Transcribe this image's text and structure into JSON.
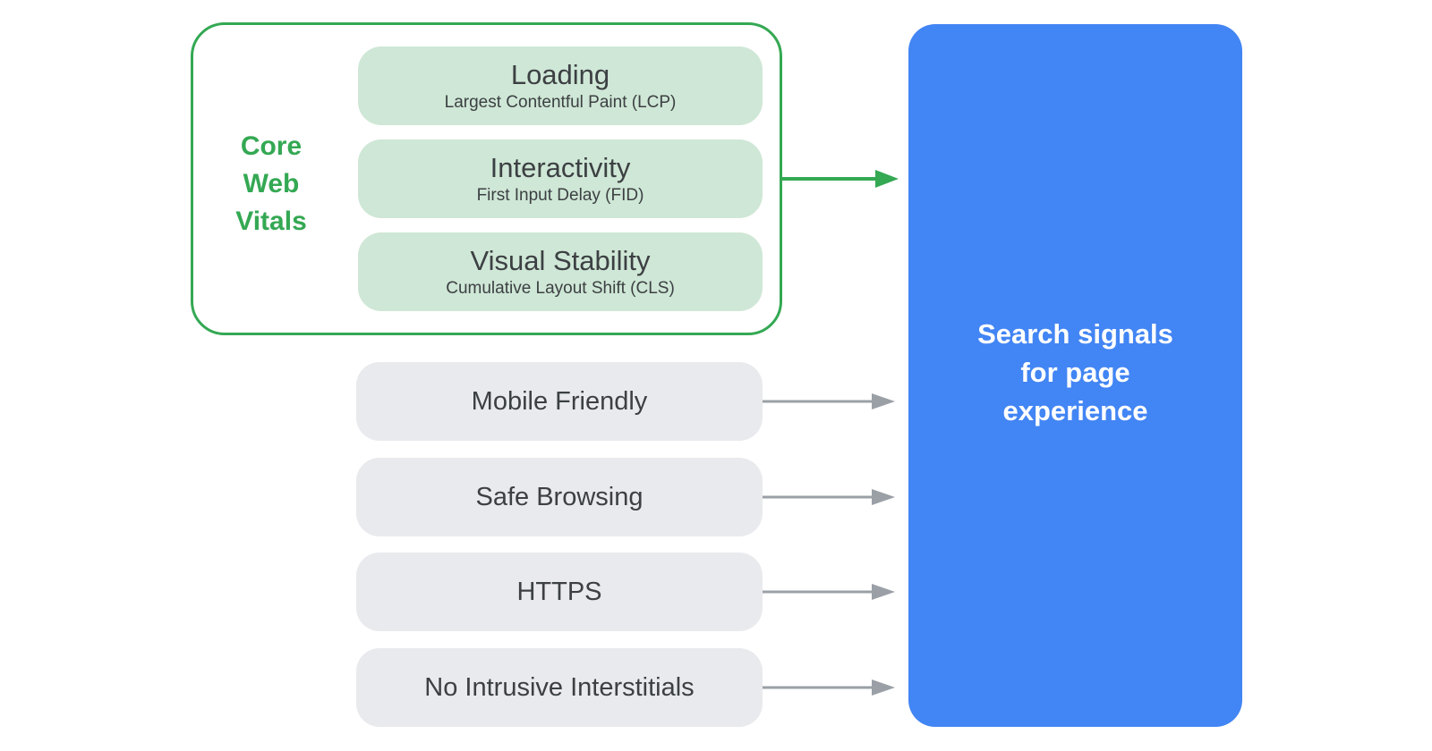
{
  "diagram_title": "Search signals for page experience",
  "colors": {
    "green": "#34A853",
    "green_light": "#CFE7D6",
    "blue": "#4285F4",
    "gray_box": "#E9EAED",
    "arrow_gray": "#9AA0A6",
    "text_dark": "#3C4043",
    "white_text": "#FFFFFF"
  },
  "core_web_vitals": {
    "group_label": "Core\nWeb\nVitals",
    "items": [
      {
        "title": "Loading",
        "subtitle": "Largest Contentful Paint (LCP)"
      },
      {
        "title": "Interactivity",
        "subtitle": "First Input Delay (FID)"
      },
      {
        "title": "Visual Stability",
        "subtitle": "Cumulative Layout Shift (CLS)"
      }
    ]
  },
  "other_signals": [
    {
      "label": "Mobile Friendly"
    },
    {
      "label": "Safe Browsing"
    },
    {
      "label": "HTTPS"
    },
    {
      "label": "No Intrusive Interstitials"
    }
  ],
  "result": {
    "label": "Search signals\nfor page\nexperience"
  },
  "icons": {
    "arrows": [
      "arrow-core-web-vitals",
      "arrow-mobile-friendly",
      "arrow-safe-browsing",
      "arrow-https",
      "arrow-no-intrusive-interstitials"
    ]
  }
}
